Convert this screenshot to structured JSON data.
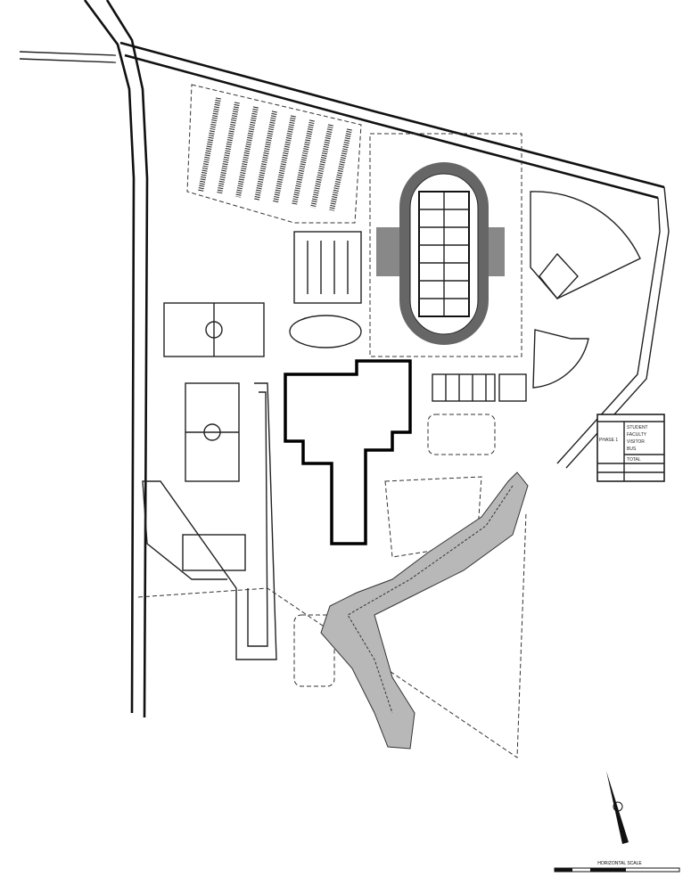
{
  "plan": {
    "wetland_color": "#b8b8b8",
    "line_color": "#222222",
    "table": {
      "rows": [
        {
          "group": "PHASE 1",
          "items": [
            "STUDENT",
            "FACULTY",
            "VISITOR",
            "BUS",
            "TOTAL"
          ]
        }
      ]
    },
    "scale": {
      "title": "HORIZONTAL SCALE"
    }
  }
}
